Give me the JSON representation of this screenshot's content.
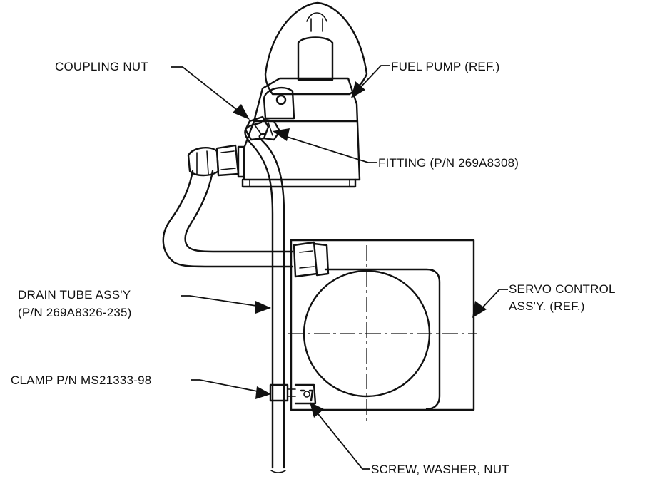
{
  "labels": {
    "coupling_nut": "COUPLING NUT",
    "fuel_pump": "FUEL PUMP (REF.)",
    "fitting": "FITTING (P/N 269A8308)",
    "drain_tube_line1": "DRAIN TUBE ASS'Y",
    "drain_tube_line2": "(P/N 269A8326-235)",
    "servo_line1": "SERVO CONTROL",
    "servo_line2": "ASS'Y. (REF.)",
    "clamp": "CLAMP P/N MS21333-98",
    "screw": "SCREW, WASHER, NUT"
  },
  "colors": {
    "ink": "#111111",
    "paper": "#ffffff"
  }
}
